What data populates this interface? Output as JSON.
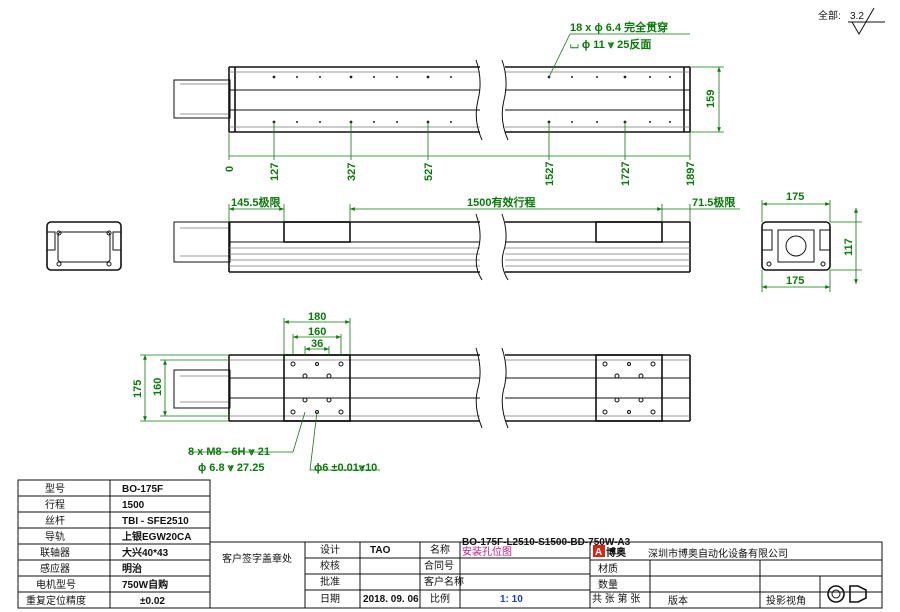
{
  "header": {
    "surface_label": "全部:",
    "surface_value": "3.2"
  },
  "top_view": {
    "note_line1": "18 x ϕ 6.4 完全贯穿",
    "note_line2": "⌴ ϕ 11 ⩔ 25反面",
    "height_dim": "159",
    "x_ticks": [
      "0",
      "127",
      "327",
      "527",
      "1527",
      "1727",
      "1897"
    ]
  },
  "side_view": {
    "left_limit": "145.5极限",
    "stroke": "1500有效行程",
    "right_limit": "71.5极限"
  },
  "end_view": {
    "width_top": "175",
    "height": "117",
    "width_bottom": "175"
  },
  "bottom_view": {
    "dim_180": "180",
    "dim_160": "160",
    "dim_36": "36",
    "dim_175": "175",
    "dim_160v": "160",
    "note_holes_1": "8 x  M8 - 6H ⩔ 21",
    "note_holes_2": "ϕ 6.8 ⩔ 27.25",
    "note_pin": "ϕ6 ±0.01⩔10"
  },
  "spec_table": {
    "rows": [
      {
        "label": "型号",
        "value": "BO-175F"
      },
      {
        "label": "行程",
        "value": "1500"
      },
      {
        "label": "丝杆",
        "value": "TBI - SFE2510"
      },
      {
        "label": "导轨",
        "value": "上银EGW20CA"
      },
      {
        "label": "联轴器",
        "value": "大兴40*43"
      },
      {
        "label": "感应器",
        "value": "明治"
      },
      {
        "label": "电机型号",
        "value": "750W自购"
      },
      {
        "label": "重复定位精度",
        "value": "±0.02"
      }
    ]
  },
  "title_block": {
    "customer_sign": "客户签字盖章处",
    "part_number": "BO-175F-L2510-S1500-BD-750W-A3",
    "company_logo": "博奥",
    "company": "深圳市博奥自动化设备有限公司",
    "design_label": "设计",
    "design_value": "TAO",
    "check_label": "校核",
    "approve_label": "批准",
    "date_label": "日期",
    "date_value": "2018. 09. 06",
    "name_label": "名称",
    "name_value": "安装孔位图",
    "contract_label": "合同号",
    "customer_name_label": "客户名称",
    "scale_label": "比例",
    "scale_value": "1: 10",
    "material_label": "材质",
    "qty_label": "数量",
    "sheet_label": "共 张 第 张",
    "finish_label": "版本",
    "projection_label": "投影视角"
  }
}
